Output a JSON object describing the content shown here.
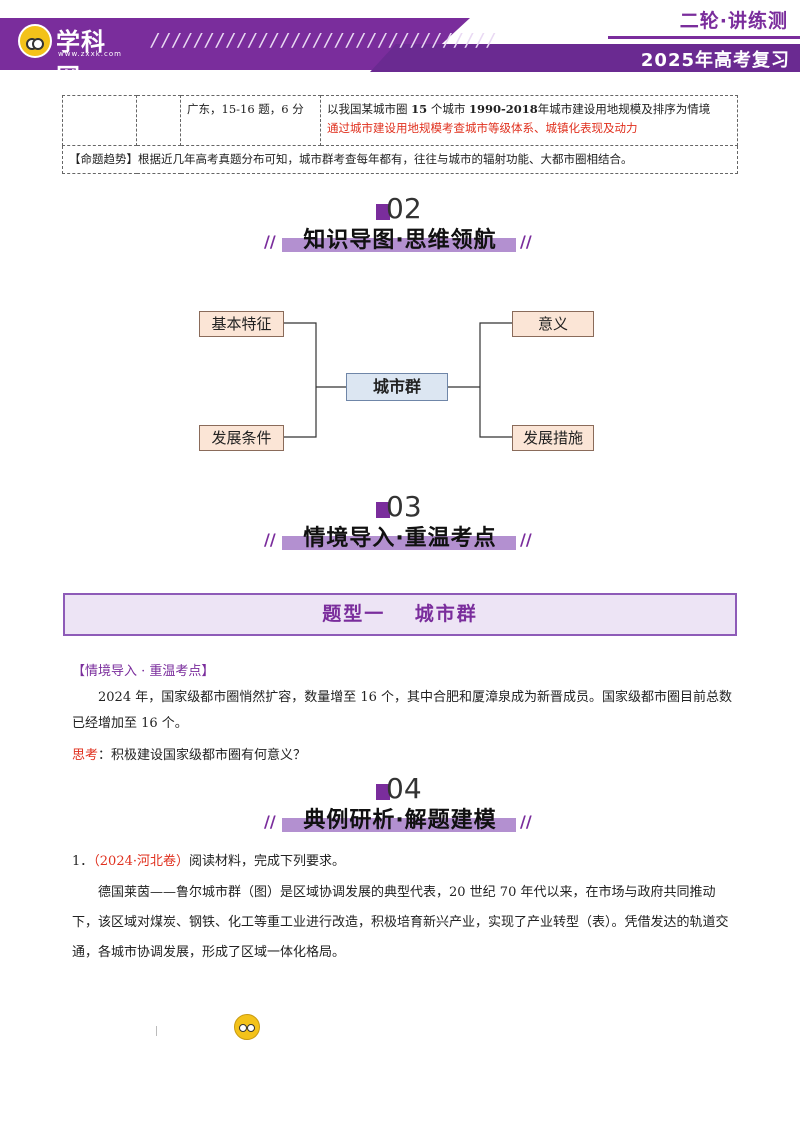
{
  "header": {
    "logo_text": "学科网",
    "logo_sub": "www.zxxk.com",
    "slashes": "////////////////////////////////",
    "series": "二轮·讲练测",
    "year": "2025年高考复习"
  },
  "table": {
    "row1_source": "广东，15-16 题，6 分",
    "row1_context_prefix": "以我国某城市圈",
    "row1_context_count": "15",
    "row1_context_mid": "个城市",
    "row1_context_years": "1990-2018",
    "row1_context_suffix": "年城市建设用地规模及排序为情境",
    "row1_focus": "通过城市建设用地规模考查城市等级体系、城镇化表现及动力",
    "trend_label": "【命题趋势】",
    "trend_text": "根据近几年高考真题分布可知，城市群考查每年都有，往往与城市的辐射功能、大都市圈相结合。"
  },
  "sections": [
    {
      "number": "02",
      "title": "知识导图·思维领航"
    },
    {
      "number": "03",
      "title": "情境导入·重温考点"
    },
    {
      "number": "04",
      "title": "典例研析·解题建模"
    }
  ],
  "mindmap": {
    "center": "城市群",
    "left_top": "基本特征",
    "left_bottom": "发展条件",
    "right_top": "意义",
    "right_bottom": "发展措施"
  },
  "type_banner": "题型一　 城市群",
  "intro": {
    "label": "【情境导入 · 重温考点】",
    "paragraph": "2024 年，国家级都市圈悄然扩容，数量增至 16 个，其中合肥和厦漳泉成为新晋成员。国家级都市圈目前总数已经增加至 16 个。",
    "think_label": "思考",
    "think_text": "：积极建设国家级都市圈有何意义？"
  },
  "example": {
    "number": "1．",
    "source": "（2024·河北卷）",
    "instruction": "阅读材料，完成下列要求。",
    "paragraph": "德国莱茵——鲁尔城市群（图）是区域协调发展的典型代表，20 世纪 70 年代以来，在市场与政府共同推动下，该区域对煤炭、钢铁、化工等重工业进行改造，积极培育新兴产业，实现了产业转型（表）。凭借发达的轨道交通，各城市协调发展，形成了区域一体化格局。"
  },
  "colors": {
    "brand_purple": "#7a2d9c",
    "red_text": "#e0301e",
    "mindmap_box": "#fbe5d6",
    "mindmap_center": "#dce6f2"
  }
}
